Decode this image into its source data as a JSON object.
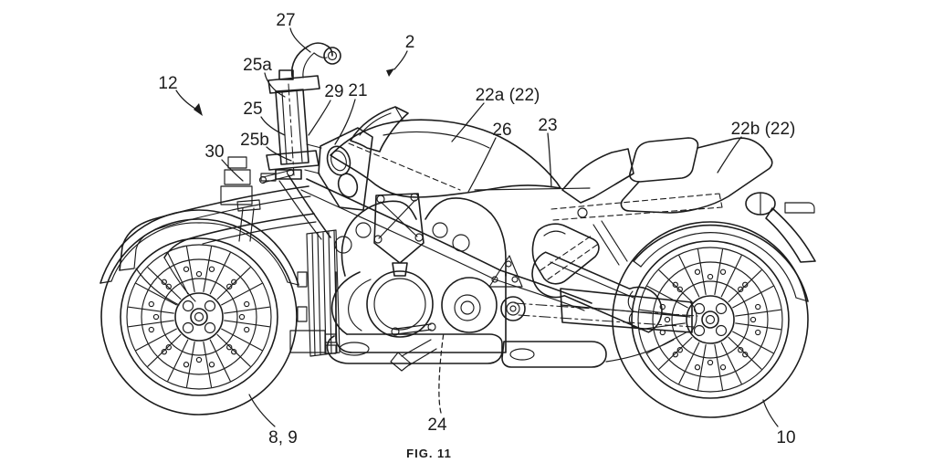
{
  "figure": {
    "caption": "FIG. 11"
  },
  "colors": {
    "ink": "#1c1c1c",
    "background": "#ffffff"
  },
  "labels": [
    {
      "text": "27"
    },
    {
      "text": "2"
    },
    {
      "text": "12"
    },
    {
      "text": "25a"
    },
    {
      "text": "29"
    },
    {
      "text": "21"
    },
    {
      "text": "25"
    },
    {
      "text": "25b"
    },
    {
      "text": "30"
    },
    {
      "text": "22a (22)"
    },
    {
      "text": "26"
    },
    {
      "text": "23"
    },
    {
      "text": "22b (22)"
    },
    {
      "text": "24"
    },
    {
      "text": "8, 9"
    },
    {
      "text": "10"
    }
  ]
}
